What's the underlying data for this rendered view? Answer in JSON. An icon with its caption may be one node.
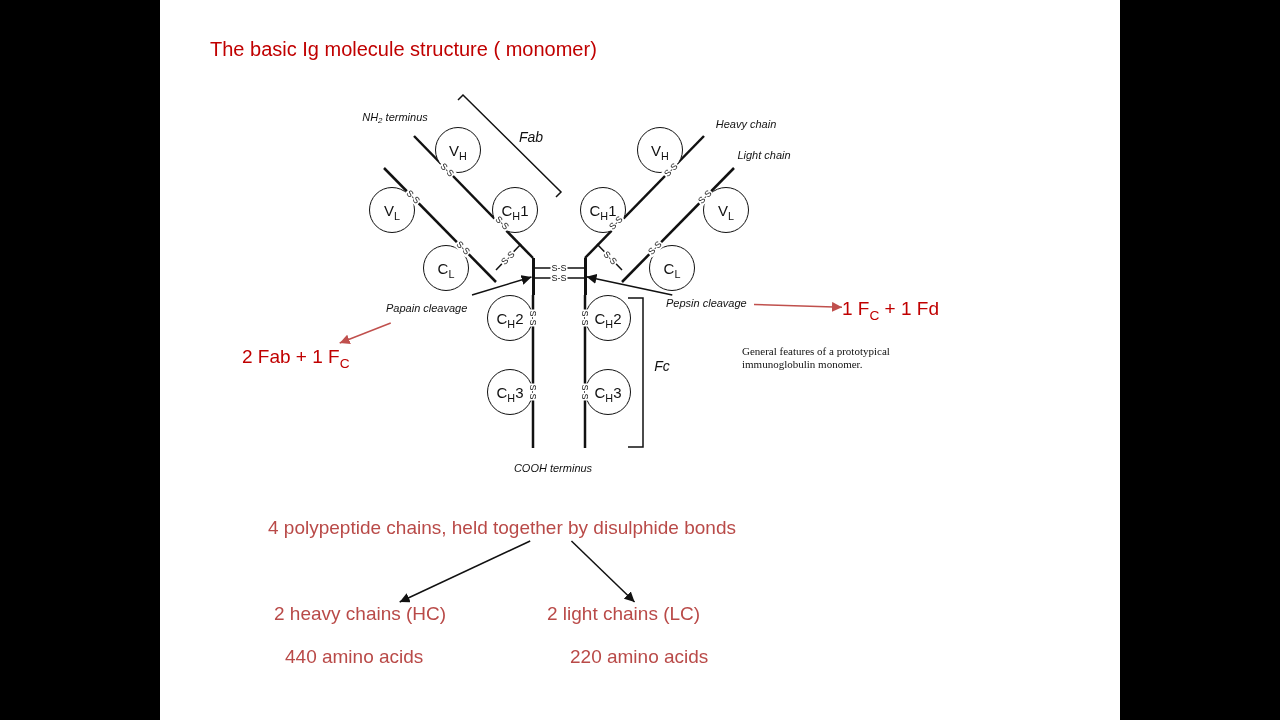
{
  "diagram": {
    "title": "The basic Ig molecule structure ( monomer)",
    "nodes": [
      {
        "text": [
          "V$_{H}$"
        ]
      },
      {
        "text": [
          "C$_{H}$1"
        ]
      },
      {
        "text": [
          "V$_{L}$"
        ]
      },
      {
        "text": [
          "C$_{L}$"
        ]
      },
      {
        "text": [
          "C$_{H}$2"
        ]
      },
      {
        "text": [
          "C$_{H}$3"
        ]
      },
      {
        "text": [
          "V$_{H}$"
        ]
      },
      {
        "text": [
          "C$_{H}$1"
        ]
      },
      {
        "text": [
          "V$_{L}$"
        ]
      },
      {
        "text": [
          "C$_{L}$"
        ]
      },
      {
        "text": [
          "C$_{H}$2"
        ]
      },
      {
        "text": [
          "C$_{H}$3"
        ]
      },
      {
        "text": [
          "Papain cleavage"
        ]
      },
      {
        "text": [
          "Pepsin cleavage"
        ]
      },
      {
        "text": [
          "1 F$_{C}$ + 1 Fd"
        ]
      },
      {
        "text": [
          "2 Fab + 1 F$_{C}$"
        ]
      },
      {
        "text": [
          "4 polypeptide chains, held together by disulphide bonds"
        ]
      },
      {
        "text": [
          "2 heavy chains (HC)"
        ],
        "beside": [
          "440 amino acids"
        ]
      },
      {
        "text": [
          "2 light chains (LC)"
        ],
        "beside": [
          "220 amino acids"
        ]
      },
      {
        "text": [],
        "shape": "bar"
      },
      {
        "text": [],
        "shape": "bar"
      }
    ],
    "edges": [
      {
        "from": 12,
        "to": 19,
        "arrow": "to"
      },
      {
        "from": 13,
        "to": 20,
        "arrow": "to"
      },
      {
        "from": 13,
        "to": 14,
        "arrow": "to",
        "color": "#c0504d"
      },
      {
        "from": 12,
        "to": 15,
        "arrow": "to",
        "color": "#c0504d"
      },
      {
        "from": 16,
        "to": 17,
        "arrow": "to"
      },
      {
        "from": 16,
        "to": 18,
        "arrow": "to"
      }
    ],
    "labels": [
      "NH$_{2}$ terminus",
      "Fab",
      "Heavy chain",
      "Light chain",
      "S-S",
      "S-S",
      "S-S",
      "S-S",
      "S-S",
      "S-S",
      "S-S",
      "S-S",
      "S-S",
      "S-S",
      "S-S",
      "S-S",
      "S-S",
      "S-S",
      "S-S",
      "S-S",
      "Fc",
      "General features of a prototypical immunoglobulin monomer.",
      "COOH terminus"
    ]
  }
}
